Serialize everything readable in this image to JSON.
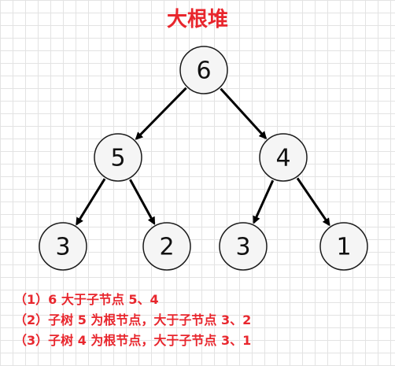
{
  "title": "大根堆",
  "colors": {
    "title": "#e8262d",
    "notes": "#e8262d",
    "node_fill": "#f5f5f5",
    "node_stroke": "#1a1a1a",
    "edge": "#000000"
  },
  "tree": {
    "nodes": [
      {
        "id": "n6",
        "label": "6"
      },
      {
        "id": "n5",
        "label": "5"
      },
      {
        "id": "n4",
        "label": "4"
      },
      {
        "id": "n3a",
        "label": "3"
      },
      {
        "id": "n2",
        "label": "2"
      },
      {
        "id": "n3b",
        "label": "3"
      },
      {
        "id": "n1",
        "label": "1"
      }
    ],
    "edges": [
      {
        "from": "n6",
        "to": "n5"
      },
      {
        "from": "n6",
        "to": "n4"
      },
      {
        "from": "n5",
        "to": "n3a"
      },
      {
        "from": "n5",
        "to": "n2"
      },
      {
        "from": "n4",
        "to": "n3b"
      },
      {
        "from": "n4",
        "to": "n1"
      }
    ]
  },
  "notes": [
    "（1）6 大于子节点 5、4",
    "（2）子树 5 为根节点，大于子节点 3、2",
    "（3）子树 4 为根节点，大于子节点 3、1"
  ]
}
